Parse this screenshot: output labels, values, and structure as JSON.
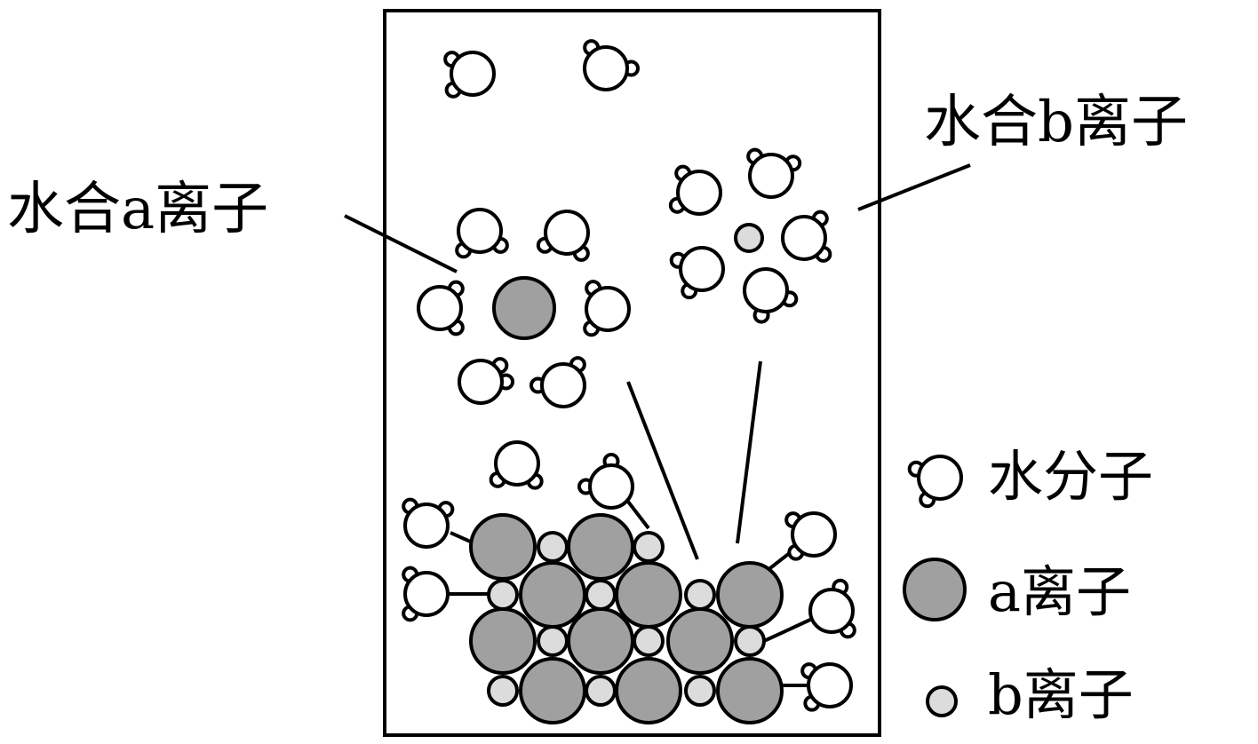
{
  "labels": {
    "hydrated_a": "水合a离子",
    "hydrated_b": "水合b离子"
  },
  "legend": {
    "water": "水分子",
    "a_ion": "a离子",
    "b_ion": "b离子"
  },
  "colors": {
    "a_ion_fill": "#a0a0a0",
    "b_ion_fill": "#dcdcdc",
    "water_fill": "#ffffff",
    "stroke": "#000000"
  }
}
